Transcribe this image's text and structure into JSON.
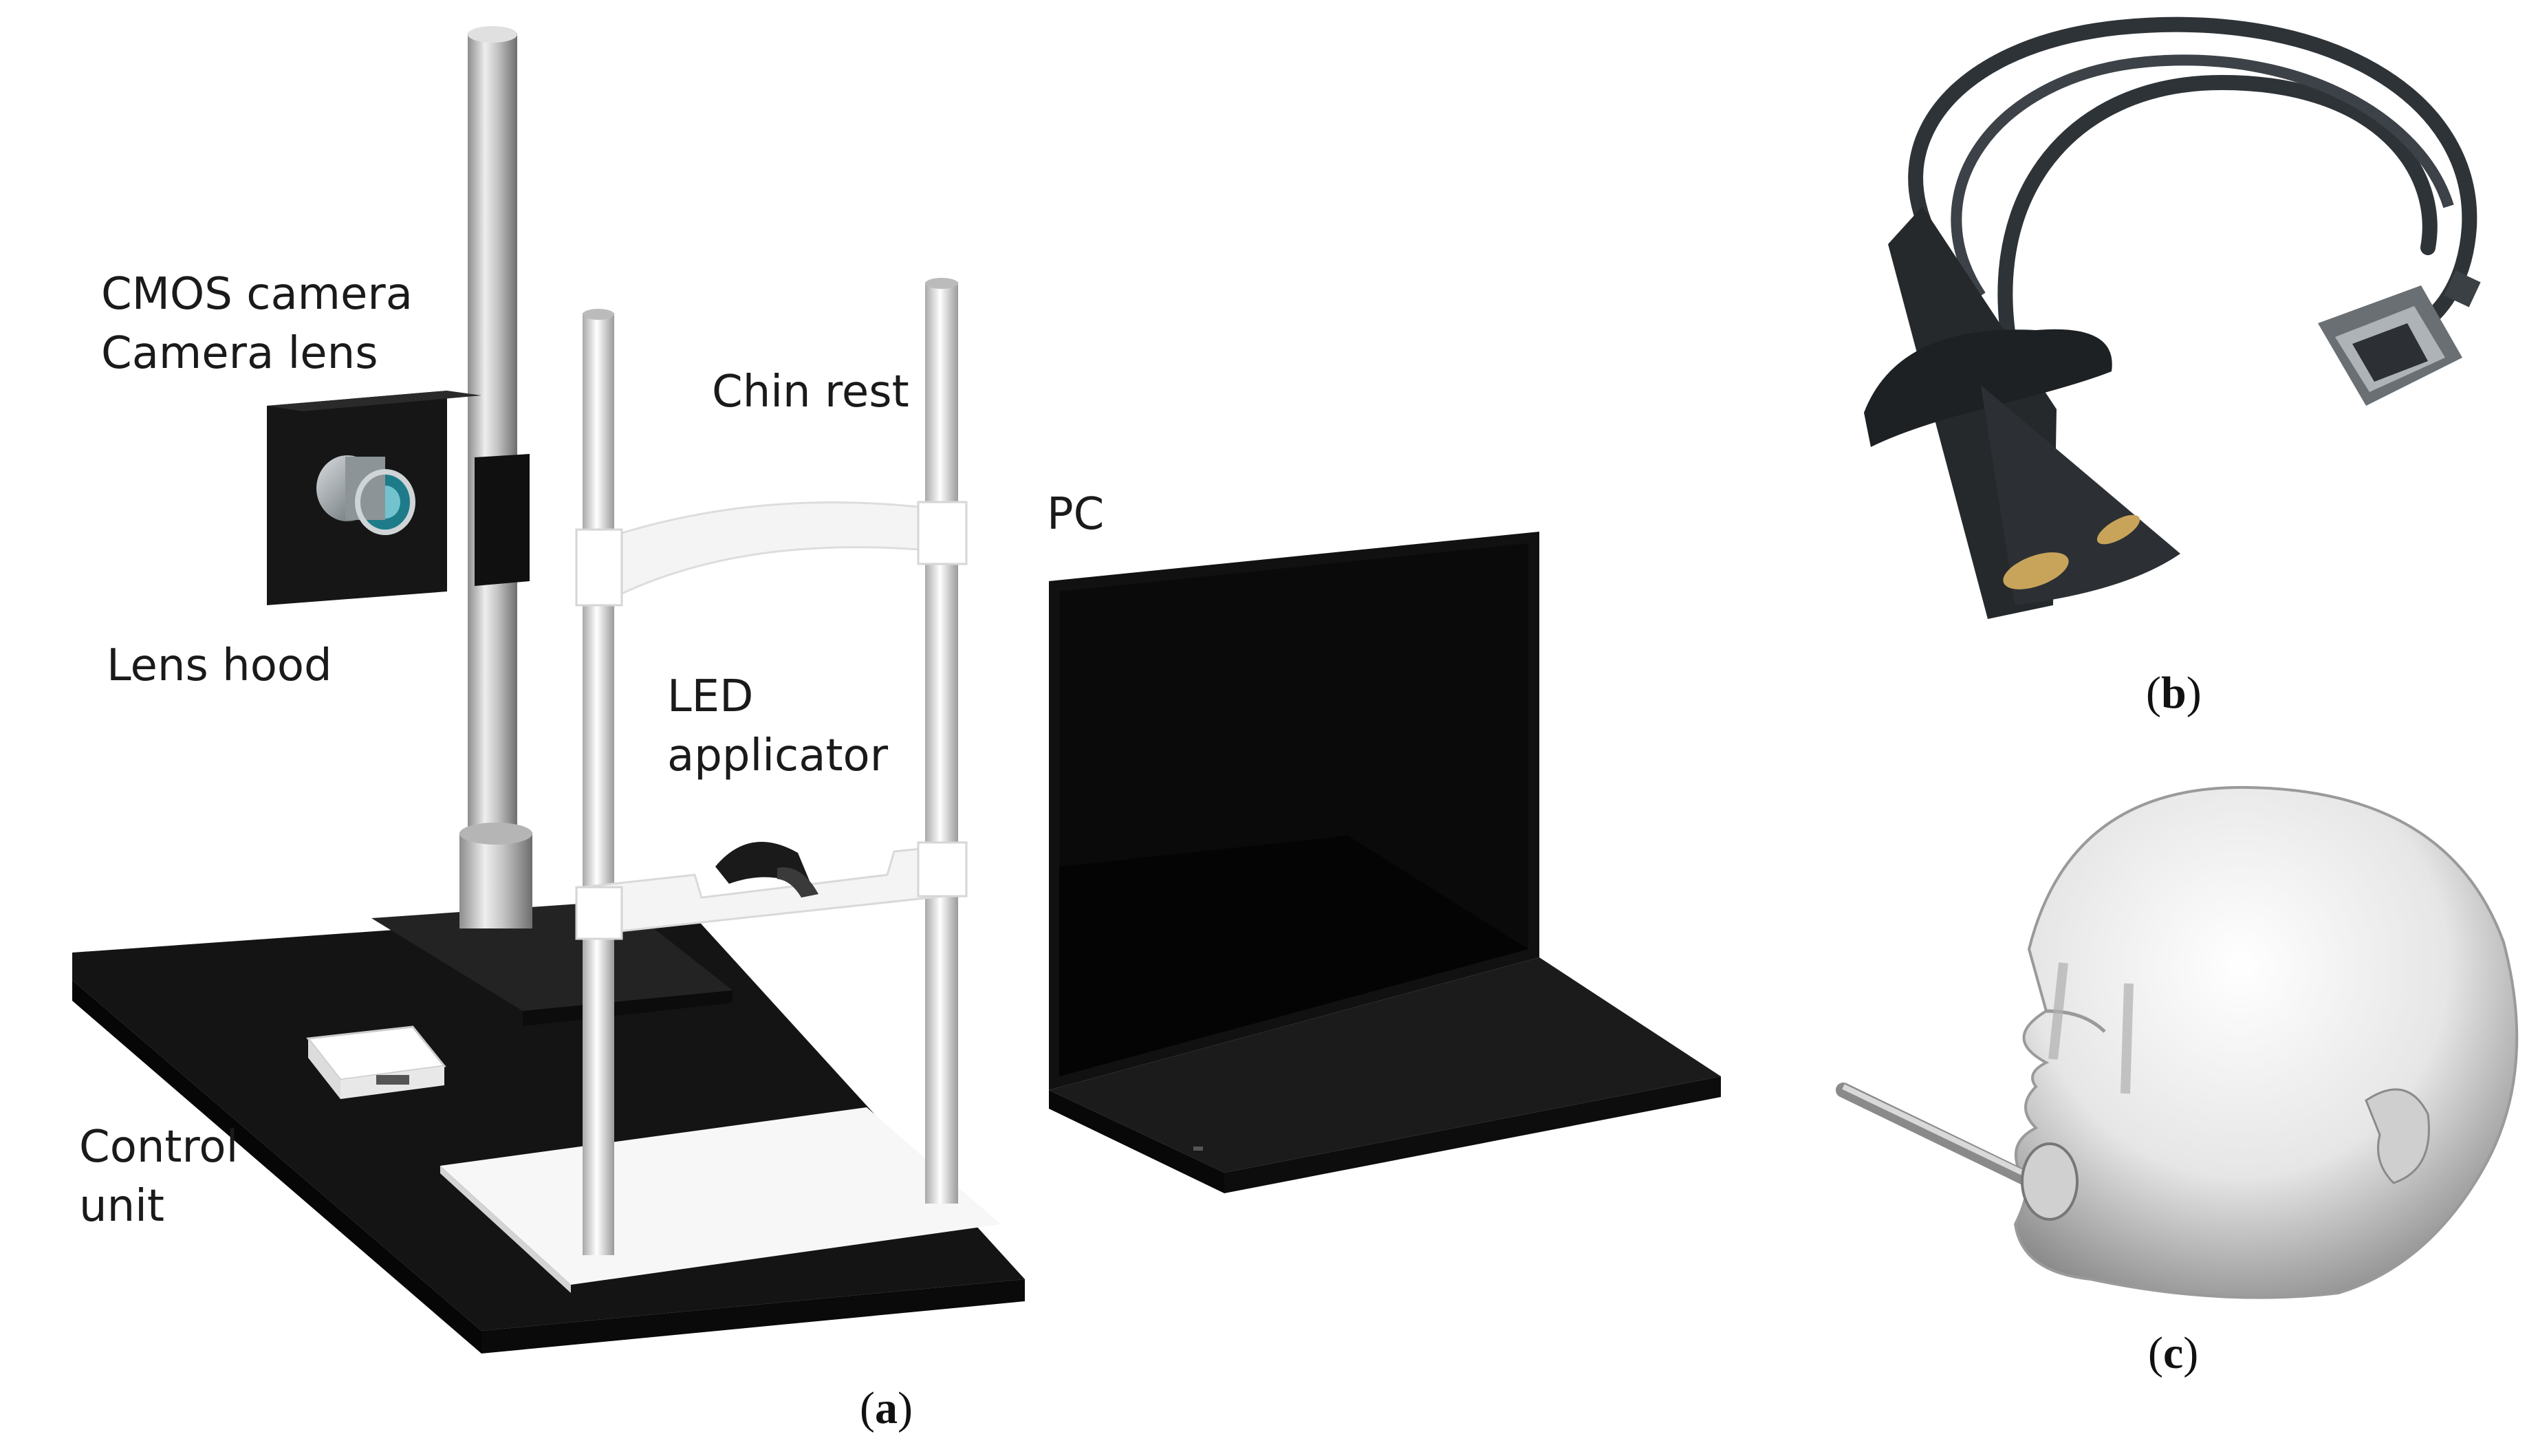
{
  "panels": {
    "a": {
      "caption_open": "(",
      "caption_letter": "a",
      "caption_close": ")",
      "labels": {
        "cmos_camera": "CMOS camera",
        "camera_lens": "Camera lens",
        "lens_hood": "Lens hood",
        "chin_rest": "Chin rest",
        "led_line1": "LED",
        "led_line2": "applicator",
        "pc": "PC",
        "control_line1": "Control",
        "control_line2": "unit"
      }
    },
    "b": {
      "caption_open": "(",
      "caption_letter": "b",
      "caption_close": ")"
    },
    "c": {
      "caption_open": "(",
      "caption_letter": "c",
      "caption_close": ")"
    }
  },
  "colors": {
    "board": "#141414",
    "metal": "#c9c9c9",
    "white_part": "#f2f2f2",
    "cable": "#2e3338"
  }
}
